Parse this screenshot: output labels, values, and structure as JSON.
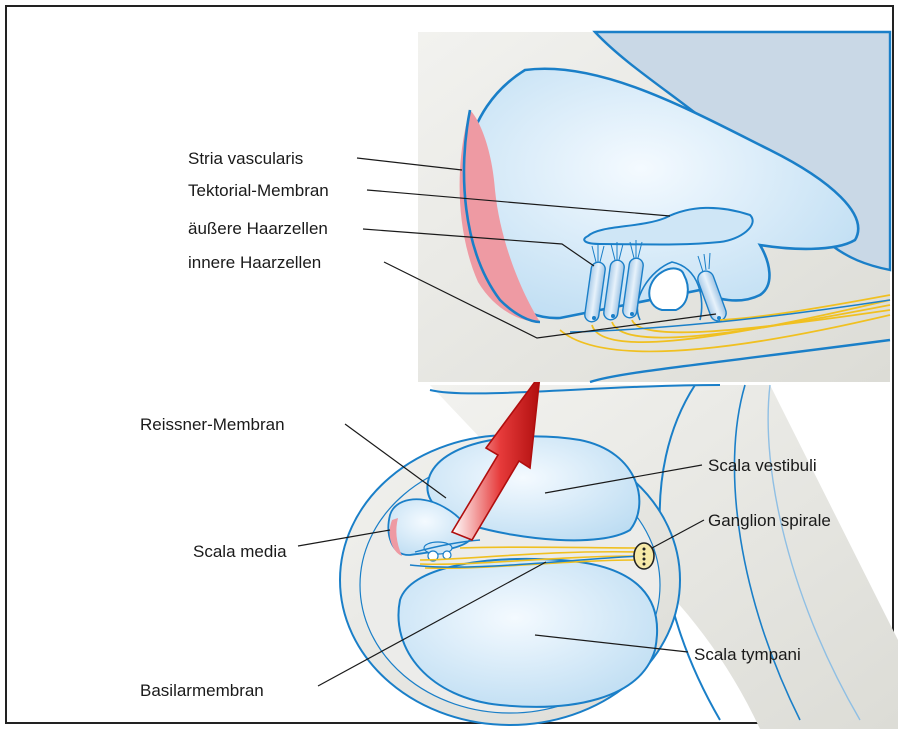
{
  "labels": {
    "stria_vascularis": "Stria vascularis",
    "tektorial_membran": "Tektorial-Membran",
    "aeussere_haarzellen": "äußere Haarzellen",
    "innere_haarzellen": "innere Haarzellen",
    "reissner_membran": "Reissner-Membran",
    "scala_media": "Scala media",
    "basilarmembran": "Basilarmembran",
    "scala_vestibuli": "Scala vestibuli",
    "ganglion_spirale": "Ganglion spirale",
    "scala_tympani": "Scala tympani"
  },
  "colors": {
    "outline": "#1a7fc8",
    "fluid": "#cfe6f6",
    "tissue": "#e8e8e4",
    "stria": "#ee9aa3",
    "nerve": "#f0c020",
    "arrow": "#d01818",
    "bone": "#c9d8e6"
  }
}
